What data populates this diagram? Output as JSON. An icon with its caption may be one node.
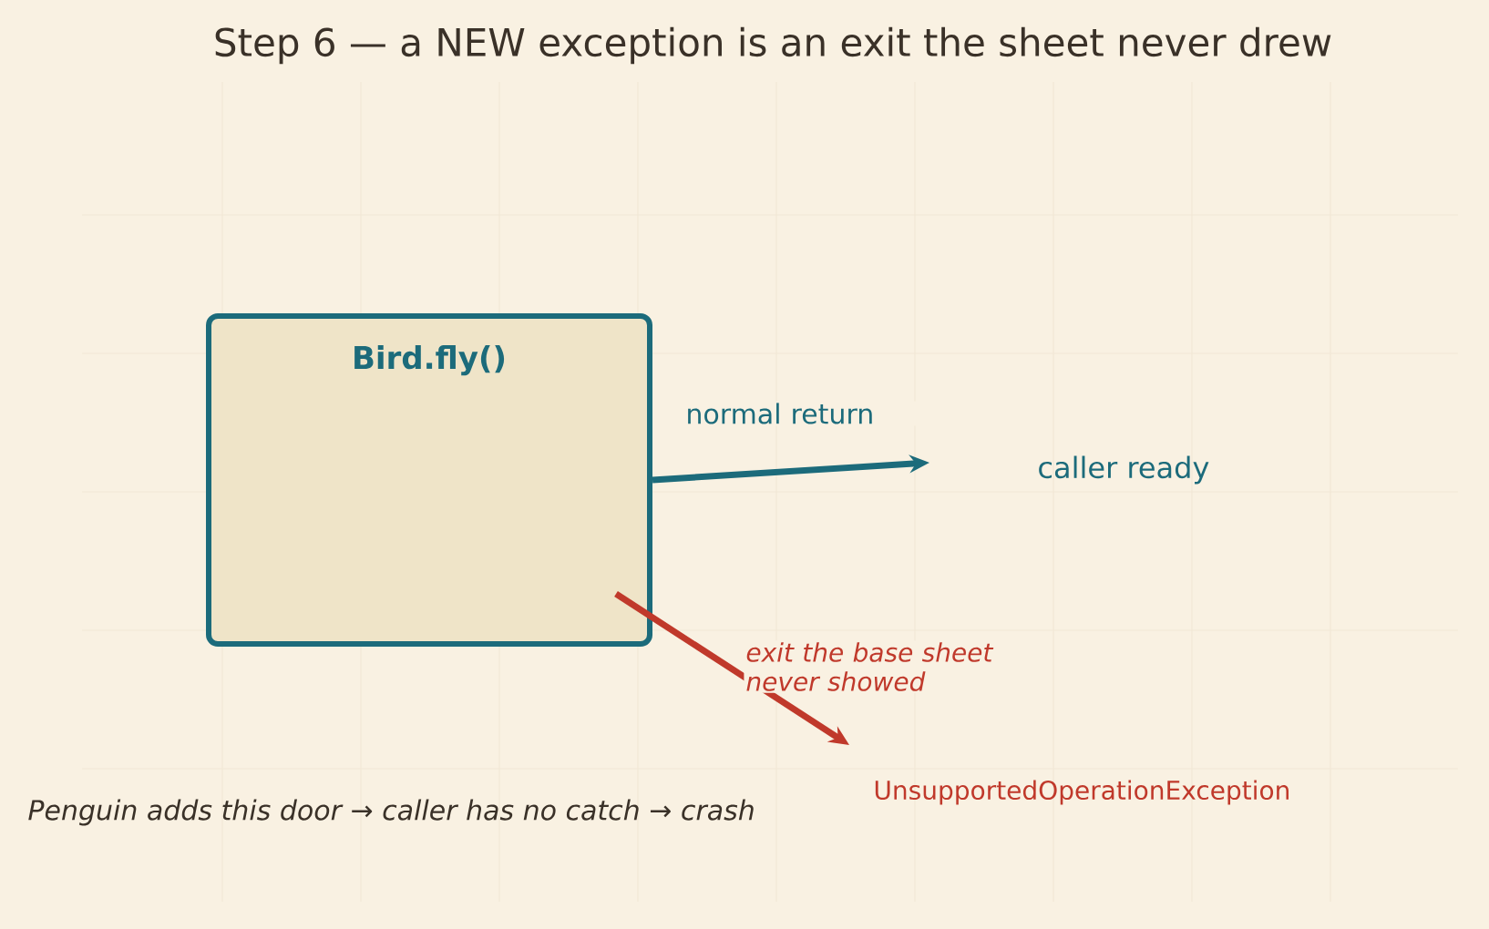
{
  "diagram": {
    "title": "Step 6 — a NEW exception is an exit the sheet never drew",
    "nodes": [
      {
        "text": [
          "Bird.fly()"
        ]
      },
      {
        "text": [
          "caller ready"
        ]
      },
      {
        "text": [
          "UnsupportedOperationException"
        ]
      }
    ],
    "edges": [
      {
        "from": 0,
        "to": 1,
        "arrow": "to",
        "label": "normal return",
        "color": "#1c6b7b"
      },
      {
        "from": 0,
        "to": 2,
        "arrow": "to",
        "label": "exit the base sheet never showed",
        "color": "#c0392b"
      }
    ],
    "labels": [
      "Penguin adds this door → caller has no catch → crash"
    ]
  }
}
